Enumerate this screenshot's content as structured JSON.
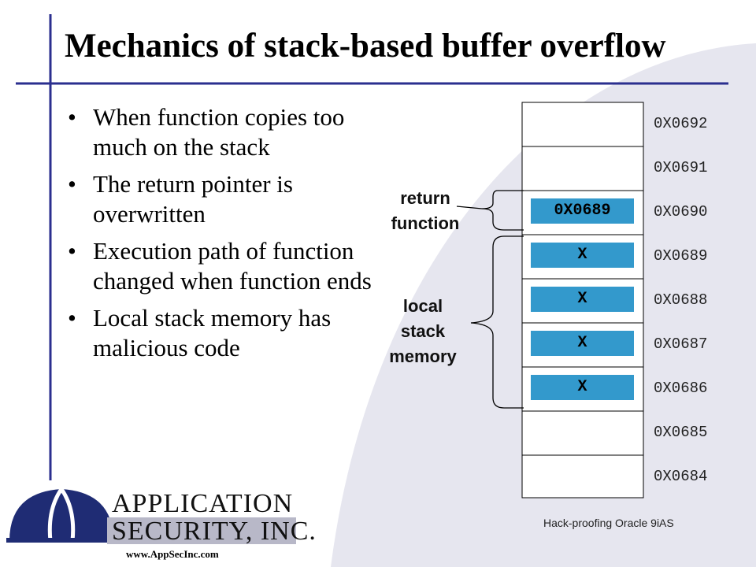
{
  "slide": {
    "title": "Mechanics of stack-based buffer overflow",
    "bullet_glyph": "•",
    "bullets": [
      "When function copies too much on the stack",
      "The return pointer is overwritten",
      "Execution path of function changed when function ends",
      "Local stack memory has malicious code"
    ]
  },
  "diagram": {
    "cells": [
      {
        "address": "0X0692",
        "content": ""
      },
      {
        "address": "0X0691",
        "content": ""
      },
      {
        "address": "0X0690",
        "content": "0X0689"
      },
      {
        "address": "0X0689",
        "content": "X"
      },
      {
        "address": "0X0688",
        "content": "X"
      },
      {
        "address": "0X0687",
        "content": "X"
      },
      {
        "address": "0X0686",
        "content": "X"
      },
      {
        "address": "0X0685",
        "content": ""
      },
      {
        "address": "0X0684",
        "content": ""
      }
    ],
    "return_label_line1": "return",
    "return_label_line2": "function",
    "local_label_line1": "local",
    "local_label_line2": "stack",
    "local_label_line3": "memory"
  },
  "footer": {
    "text": "Hack-proofing Oracle 9iAS"
  },
  "logo": {
    "line1": "APPLICATION",
    "line2": "SECURITY, INC.",
    "url": "www.AppSecInc.com"
  },
  "colors": {
    "accent_blue": "#3399cc",
    "rule_navy": "#2b2f8f",
    "swoosh": "#e6e6ef",
    "logo_navy": "#1f2c74"
  }
}
